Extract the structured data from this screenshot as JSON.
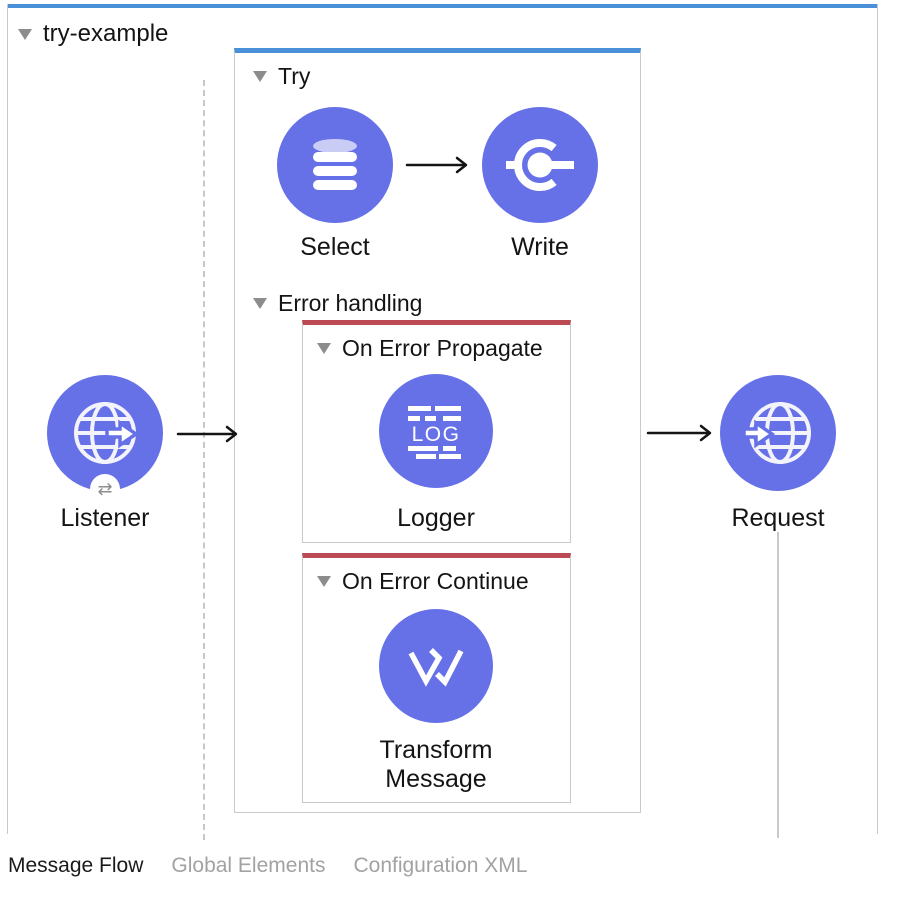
{
  "flow": {
    "title": "try-example"
  },
  "scopes": {
    "try_label": "Try",
    "error_handling_label": "Error handling",
    "on_error_propagate_label": "On Error Propagate",
    "on_error_continue_label": "On Error Continue"
  },
  "nodes": {
    "listener": {
      "label": "Listener",
      "badge_glyph": "⇄",
      "icon": "globe-arrow-out-icon"
    },
    "select": {
      "label": "Select",
      "icon": "database-icon"
    },
    "write": {
      "label": "Write",
      "icon": "write-ring-icon"
    },
    "logger": {
      "label": "Logger",
      "icon_text": "LOG",
      "icon": "log-lines-icon"
    },
    "transform": {
      "label_line1": "Transform",
      "label_line2": "Message",
      "icon": "dataweave-icon"
    },
    "request": {
      "label": "Request",
      "icon": "globe-arrow-in-icon"
    }
  },
  "tabs": [
    {
      "label": "Message Flow",
      "active": true
    },
    {
      "label": "Global Elements",
      "active": false
    },
    {
      "label": "Configuration XML",
      "active": false
    }
  ],
  "colors": {
    "node": "#6671e8",
    "node_light": "#c9ccf5",
    "scope_top": "#4a90d9",
    "error_top": "#bb4a54",
    "border": "#c9c9c9",
    "text": "#141414",
    "muted_text": "#a2a2a2",
    "marker": "#8c8c8c"
  }
}
